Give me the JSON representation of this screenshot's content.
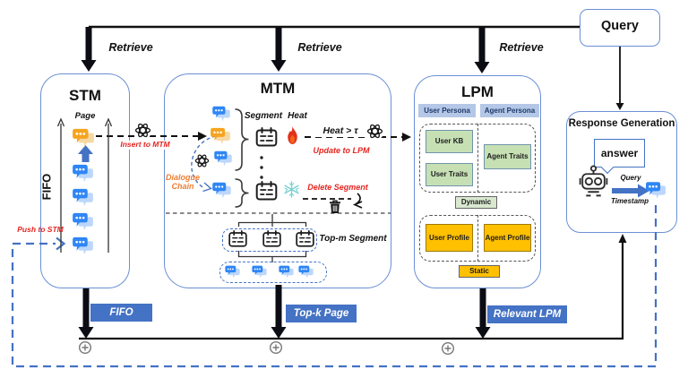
{
  "query_box": {
    "label": "Query"
  },
  "retrieve": {
    "stm": "Retrieve",
    "mtm": "Retrieve",
    "lpm": "Retrieve"
  },
  "stm": {
    "title": "STM",
    "page_label": "Page",
    "fifo_axis": "FIFO",
    "push_to_stm": "Push to STM",
    "insert_to_mtm": "Insert to MTM"
  },
  "mtm": {
    "title": "MTM",
    "segment": "Segment",
    "heat": "Heat",
    "heat_condition": "Heat > τ",
    "update_to_lpm": "Update to LPM",
    "dialogue_chain": "Dialogue Chain",
    "delete_segment": "Delete Segment",
    "top_m_segment": "Top-m Segment"
  },
  "lpm": {
    "title": "LPM",
    "user_persona": "User Persona",
    "agent_persona": "Agent Persona",
    "user_kb": "User KB",
    "user_traits": "User Traits",
    "agent_traits": "Agent Traits",
    "dynamic": "Dynamic",
    "user_profile": "User Profile",
    "agent_profile": "Agent Profile",
    "static": "Static"
  },
  "response_generation": {
    "title": "Response Generation",
    "answer": "answer",
    "query": "Query",
    "timestamp": "Timestamp"
  },
  "flow_badges": {
    "fifo": "FIFO",
    "top_k_page": "Top-k Page",
    "relevant_lpm": "Relevant LPM"
  },
  "icons": {
    "gpt": "gpt-logo-icon",
    "chat": "chat-bubble-icon",
    "segment": "segment-note-icon",
    "fire": "fire-icon",
    "snowflake": "snowflake-icon",
    "trash": "trash-icon",
    "robot": "robot-icon",
    "plus_circle": "plus-circle-icon"
  },
  "colors": {
    "box_border": "#6b8fd4",
    "badge_blue": "#4472c4",
    "persona_header_bg": "#b4c7e7",
    "green_box_bg": "#c6e0b4",
    "orange_box_bg": "#ffc000",
    "red_label": "#e52520",
    "orange_label": "#ed7d31",
    "chat_blue": "#2f86f6",
    "chat_orange": "#f6a41f",
    "dashed_blue": "#4472c4",
    "thick_arrow": "#0c0c14"
  }
}
